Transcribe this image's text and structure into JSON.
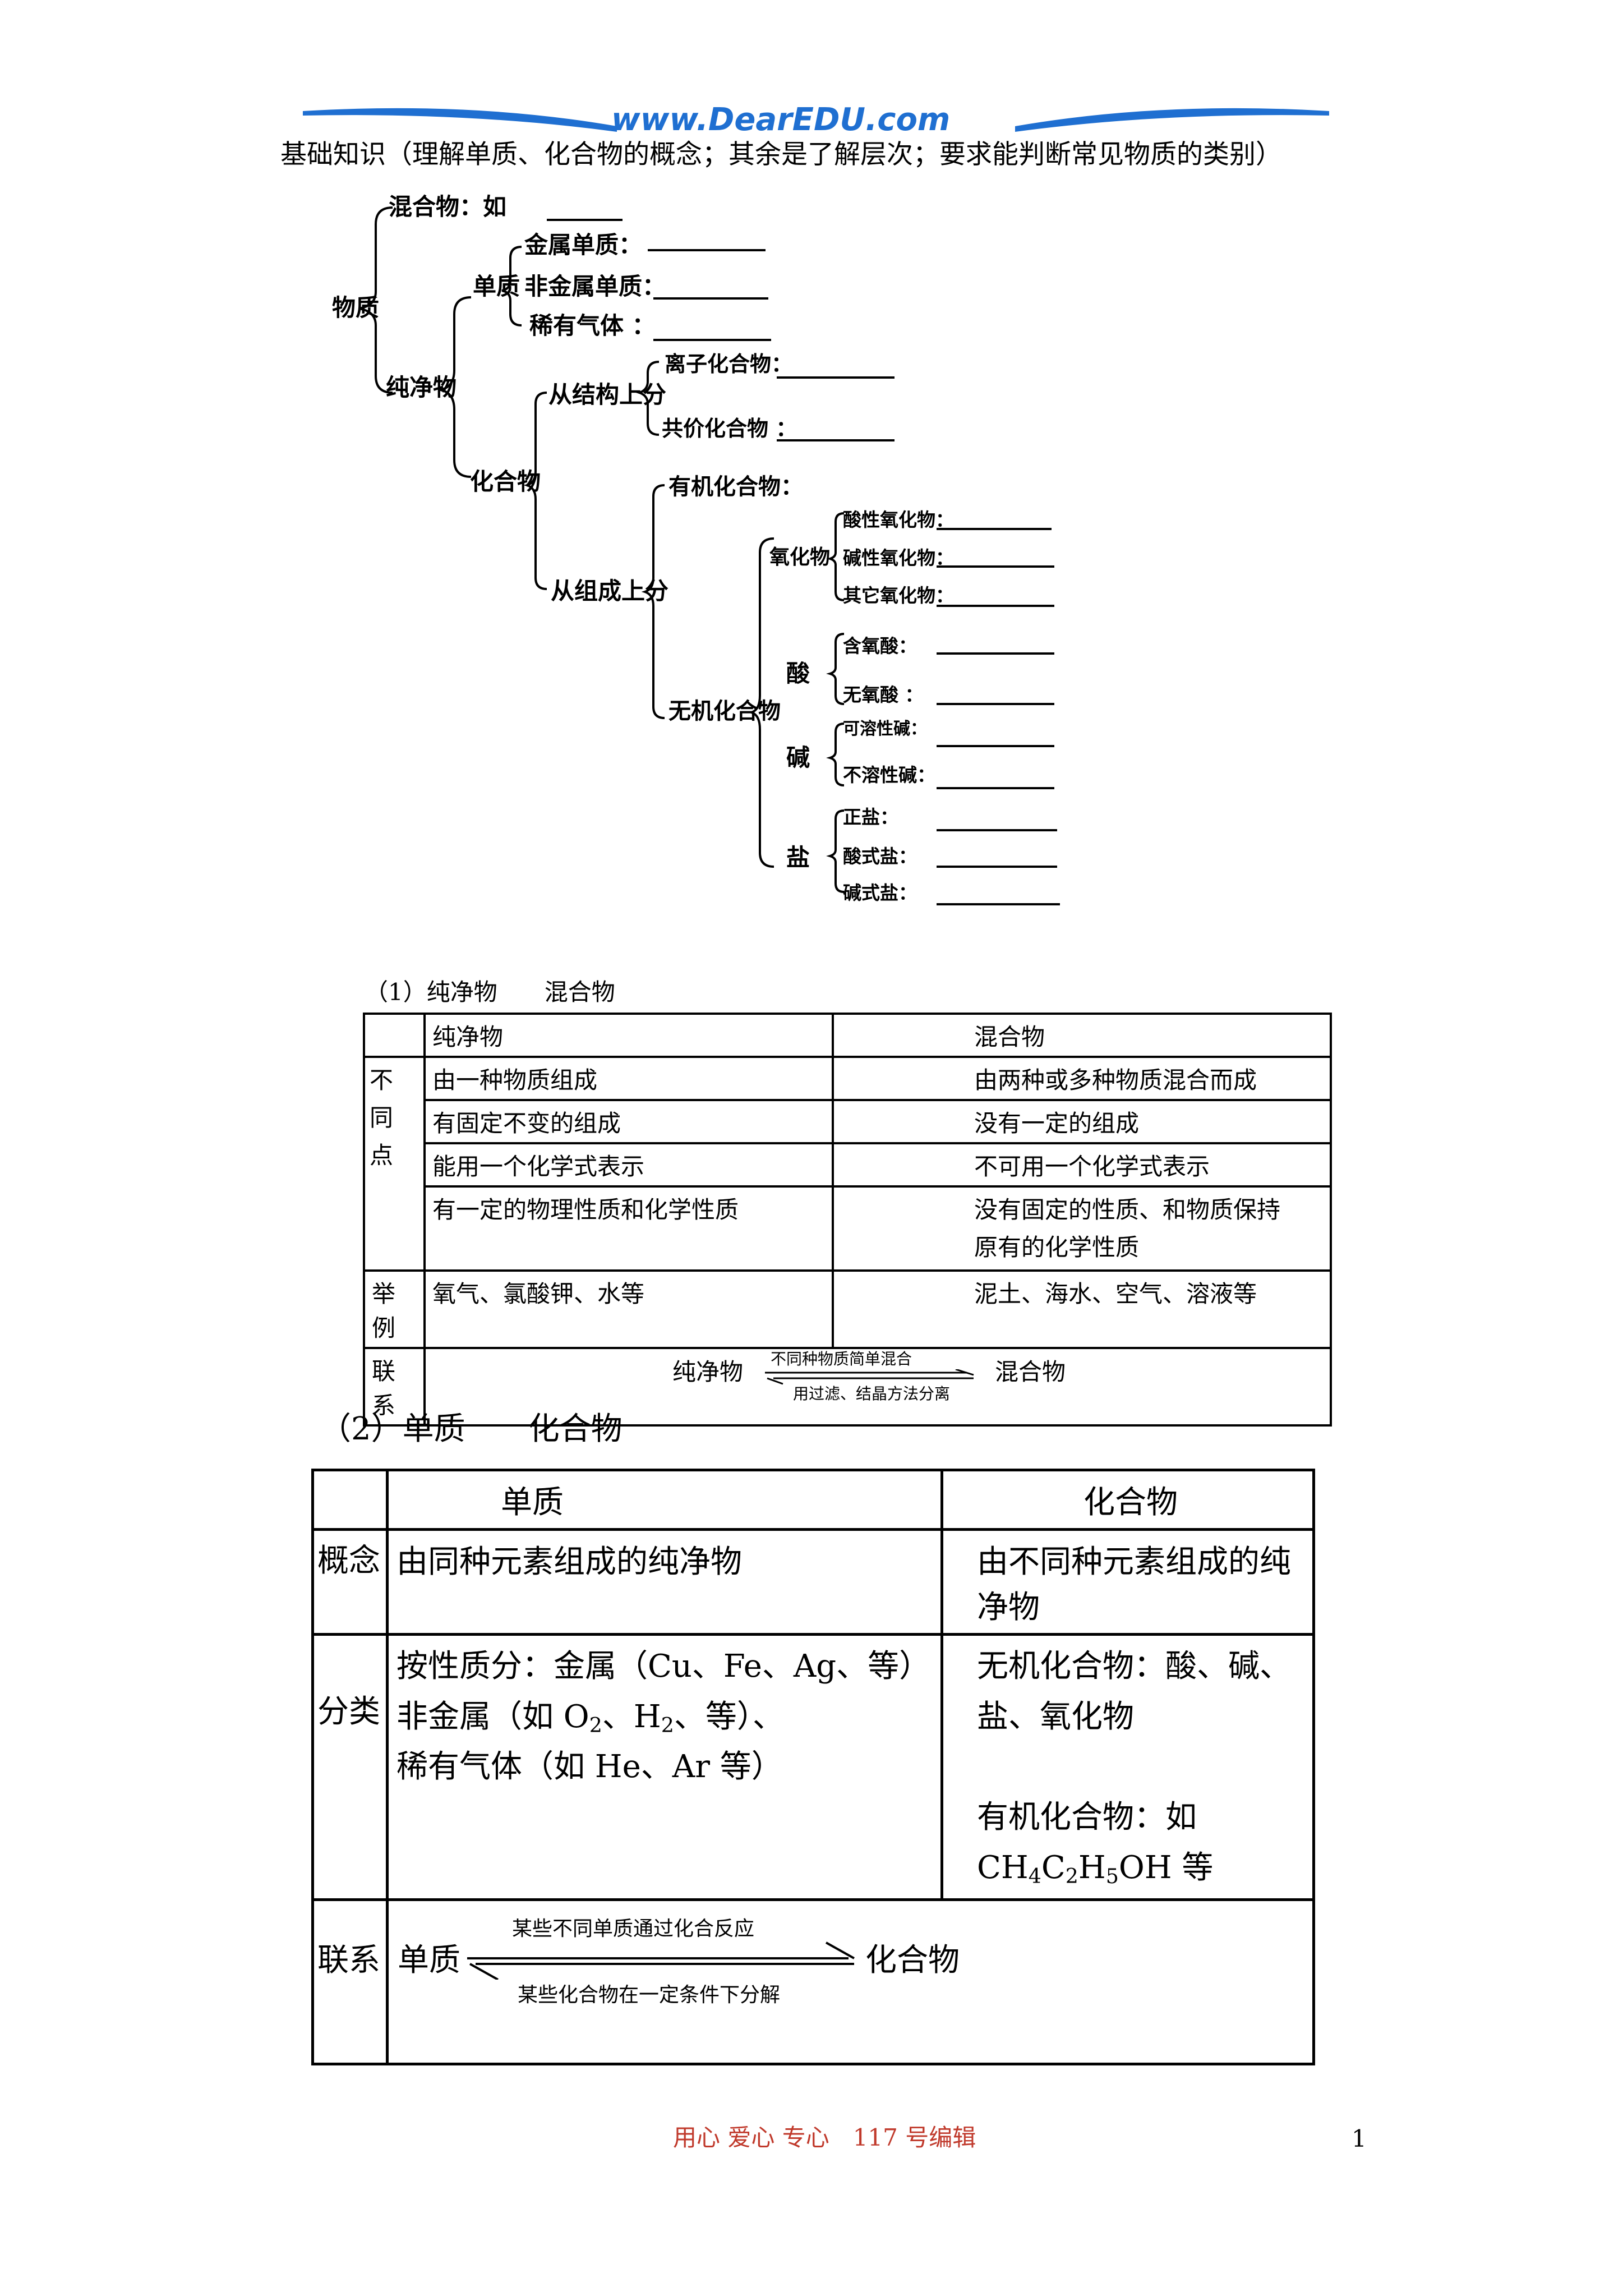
{
  "header": {
    "logo_text": "www.DearEDU.com",
    "title": "基础知识（理解单质、化合物的概念；其余是了解层次；要求能判断常见物质的类别）"
  },
  "tree": {
    "root": "物质",
    "mixture": "混合物：如",
    "pure": "纯净物",
    "element": "单质",
    "metal": "金属单质：",
    "nonmetal": "非金属单质：",
    "noble": "稀有气体 ：",
    "compound": "化合物",
    "by_structure": "从结构上分",
    "ionic": "离子化合物：",
    "covalent": "共价化合物 ：",
    "by_composition": "从组成上分",
    "organic": "有机化合物：",
    "inorganic": "无机化合物",
    "oxide": "氧化物",
    "acidic_oxide": "酸性氧化物：",
    "basic_oxide": "碱性氧化物：",
    "other_oxide": "其它氧化物：",
    "acid": "酸",
    "oxyacid": "含氧酸：",
    "nonoxyacid": "无氧酸 ：",
    "base": "碱",
    "soluble_base": "可溶性碱：",
    "insoluble_base": "不溶性碱：",
    "salt": "盐",
    "normal_salt": "正盐：",
    "acid_salt": "酸式盐：",
    "basic_salt": "碱式盐："
  },
  "section1": {
    "heading": "（1）纯净物　　混合物",
    "col_pure": "纯净物",
    "col_mix": "混合物",
    "diff_label_1": "不",
    "diff_label_2": "同",
    "diff_label_3": "点",
    "rows": [
      {
        "pure": "由一种物质组成",
        "mix": "由两种或多种物质混合而成"
      },
      {
        "pure": "有固定不变的组成",
        "mix": "没有一定的组成"
      },
      {
        "pure": "能用一个化学式表示",
        "mix": "不可用一个化学式表示"
      },
      {
        "pure": "有一定的物理性质和化学性质",
        "mix": "没有固定的性质、和物质保持",
        "mix2": "原有的化学性质"
      }
    ],
    "example_label": "举例",
    "example_pure": "氧气、氯酸钾、水等",
    "example_mix": "泥土、海水、空气、溶液等",
    "relation_label": "联系",
    "relation_left": "纯净物",
    "relation_right": "混合物",
    "arrow_top": "不同种物质简单混合",
    "arrow_bottom": "用过滤、结晶方法分离"
  },
  "section2": {
    "heading": "（2）单质　　化合物",
    "col_element": "单质",
    "col_compound": "化合物",
    "concept_label": "概念",
    "concept_element": "由同种元素组成的纯净物",
    "concept_compound": "由不同种元素组成的纯净物",
    "class_label": "分类",
    "class_el_1": "按性质分：金属（Cu、Fe、Ag、等）",
    "class_el_2a": "非金属（如 O",
    "class_el_2b": "2",
    "class_el_2c": "、H",
    "class_el_2d": "2",
    "class_el_2e": "、等）、",
    "class_el_3": "稀有气体（如 He、Ar 等）",
    "class_cp_1": "无机化合物：酸、碱、盐、氧化物",
    "class_cp_2a": "有机化合物：如 CH",
    "class_cp_2b": "4",
    "class_cp_2c": "C",
    "class_cp_2d": "2",
    "class_cp_2e": "H",
    "class_cp_2f": "5",
    "class_cp_2g": "OH 等",
    "relation_label": "联系",
    "relation_left": "单质",
    "relation_right": "化合物",
    "arrow_top": "某些不同单质通过化合反应",
    "arrow_bottom": "某些化合物在一定条件下分解"
  },
  "footer": {
    "center": "用心 爱心 专心　117 号编辑",
    "page_number": "1"
  },
  "colors": {
    "logo": "#1f6fd1",
    "footer": "#c0392b"
  }
}
